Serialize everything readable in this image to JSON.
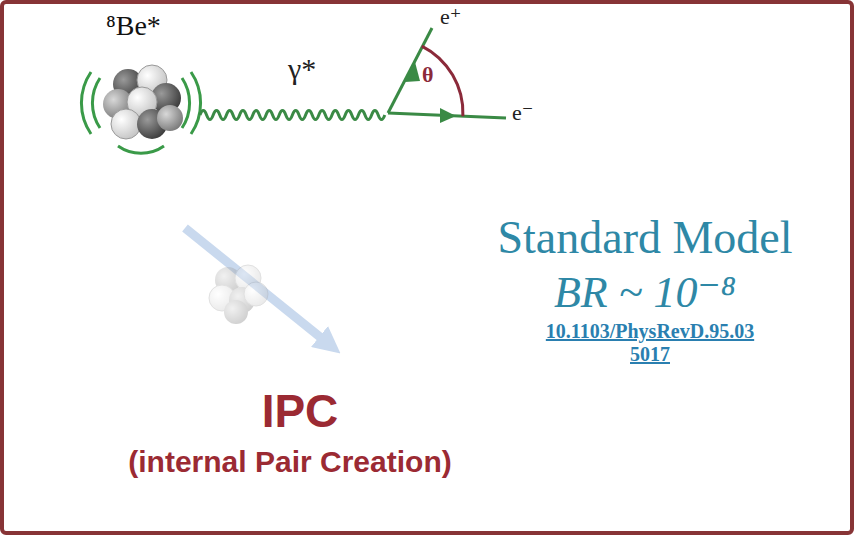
{
  "diagram": {
    "labels": [
      "⁸Be*",
      "γ*",
      "e⁺",
      "θ",
      "e⁻",
      "Standard Model",
      "BR ~ 10⁻⁸",
      "10.1103/PhysRevD.95.035017",
      "IPC",
      "(internal Pair Creation)"
    ]
  }
}
